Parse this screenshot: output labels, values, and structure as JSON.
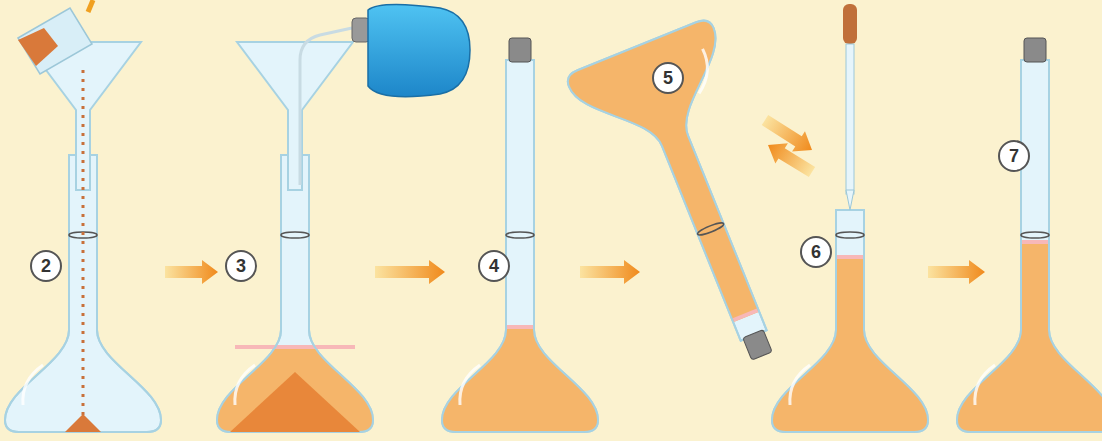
{
  "diagram": {
    "labels": [
      "2",
      "3",
      "4",
      "5",
      "6",
      "7"
    ]
  }
}
